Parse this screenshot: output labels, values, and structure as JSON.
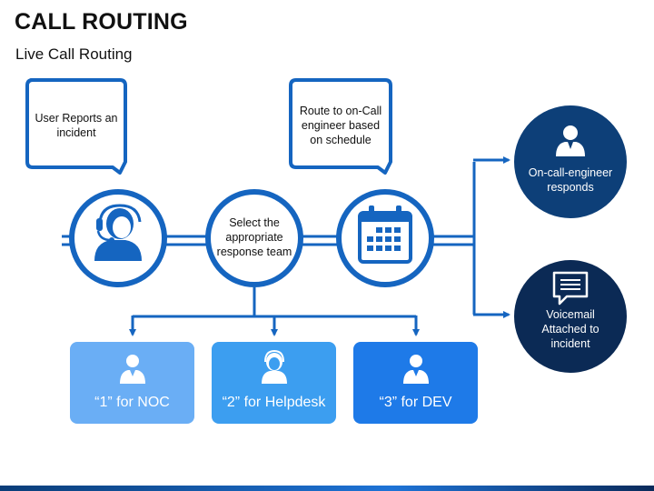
{
  "title": "CALL ROUTING",
  "subtitle": "Live Call Routing",
  "steps": {
    "report": "User Reports an incident",
    "select": "Select the appropriate response team",
    "route": "Route to on-Call engineer based on schedule"
  },
  "teams": [
    {
      "label": "“1” for NOC"
    },
    {
      "label": "“2” for Helpdesk"
    },
    {
      "label": "“3” for DEV"
    }
  ],
  "outcomes": {
    "responds": "On-call-engineer responds",
    "voicemail": "Voicemail Attached to incident"
  },
  "colors": {
    "primary": "#1565c0",
    "dark_blue": "#0d3f78",
    "navy": "#0b2a55",
    "team1": "#6aaef5",
    "team2": "#3c9ef0",
    "team3": "#1e7ae8"
  }
}
